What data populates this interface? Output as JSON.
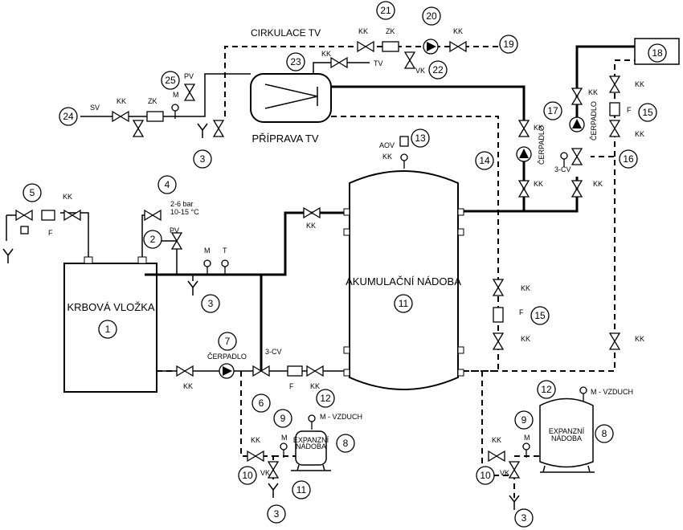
{
  "labels": {
    "tank": "AKUMULAČNÍ NÁDOBA",
    "stove": "KRBOVÁ VLOŽKA",
    "hotwater": "PŘÍPRAVA TV",
    "circulation": "CIRKULACE TV",
    "expansion_line1": "EXPANZNÍ",
    "expansion_line2": "NÁDOBA",
    "pump": "ČERPADLO",
    "air": "M - VZDUCH",
    "pressure_line1": "2-6 bar",
    "pressure_line2": "10-15 °C",
    "kk": "KK",
    "vk": "VK",
    "zk": "ZK",
    "f": "F",
    "pv": "PV",
    "m": "M",
    "t": "T",
    "sv": "SV",
    "tv": "TV",
    "aov": "AOV",
    "threecv": "3-CV"
  },
  "numbers": {
    "n1": "1",
    "n2": "2",
    "n3a": "3",
    "n3b": "3",
    "n3c": "3",
    "n3d": "3",
    "n4": "4",
    "n5": "5",
    "n6": "6",
    "n7": "7",
    "n8a": "8",
    "n8b": "8",
    "n9a": "9",
    "n9b": "9",
    "n10a": "10",
    "n10b": "10",
    "n11a": "11",
    "n11b": "11",
    "n12a": "12",
    "n12b": "12",
    "n13": "13",
    "n14": "14",
    "n15a": "15",
    "n15b": "15",
    "n16": "16",
    "n17": "17",
    "n18": "18",
    "n19": "19",
    "n20": "20",
    "n21": "21",
    "n22": "22",
    "n23": "23",
    "n24": "24",
    "n25": "25"
  }
}
